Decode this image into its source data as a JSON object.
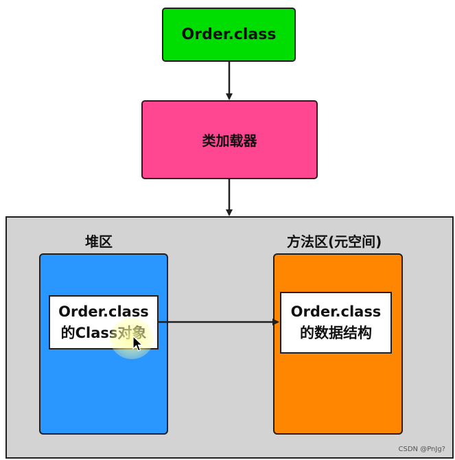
{
  "diagram": {
    "top_node": {
      "label": "Order.class",
      "color": "#00dd00"
    },
    "loader_node": {
      "label": "类加载器",
      "color": "#ff4791"
    },
    "runtime_area": {
      "color": "#d3d3d3"
    },
    "heap": {
      "label": "堆区",
      "color": "#2a96ff",
      "object": {
        "line1": "Order.class",
        "line2": "的Class对象"
      }
    },
    "method_area": {
      "label": "方法区(元空间)",
      "color": "#ff8600",
      "object": {
        "line1": "Order.class",
        "line2": "的数据结构"
      }
    },
    "edges": [
      {
        "from": "Order.class",
        "to": "类加载器"
      },
      {
        "from": "类加载器",
        "to": "runtime_area"
      },
      {
        "from": "的Class对象",
        "to": "的数据结构"
      }
    ]
  },
  "overlay": {
    "cursor_icon": "mouse-pointer-icon",
    "watermark": "CSDN @PnJg?"
  }
}
